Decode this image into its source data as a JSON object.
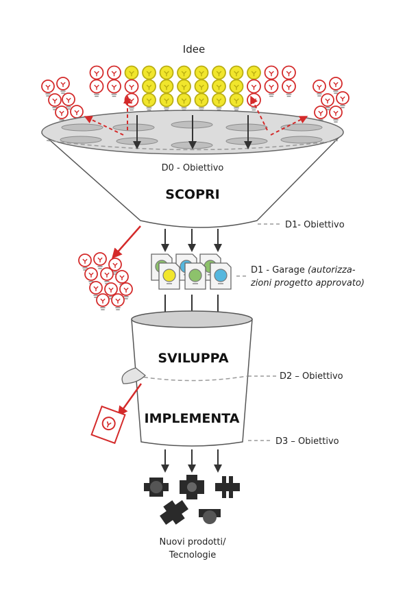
{
  "top_label": "Idee",
  "funnel": {
    "d0_label": "D0 - Obiettivo",
    "stage_title": "SCOPRI",
    "d1_label": "D1- Obiettivo"
  },
  "garage": {
    "label_plain": "D1 - Garage ",
    "label_italic_line1": "(autorizza-",
    "label_italic_line2": "zioni progetto approvato)"
  },
  "bucket": {
    "stage1_title": "SVILUPPA",
    "d2_label": "D2 – Obiettivo",
    "stage2_title": "IMPLEMENTA",
    "d3_label": "D3 – Obiettivo"
  },
  "output": {
    "line1": "Nuovi prodotti/",
    "line2": "Tecnologie"
  },
  "colors": {
    "red": "#d42a2a",
    "yellow": "#f1e62c",
    "gray_surface": "#d9d9d9",
    "green": "#8dc26b",
    "blue": "#55b7de"
  }
}
